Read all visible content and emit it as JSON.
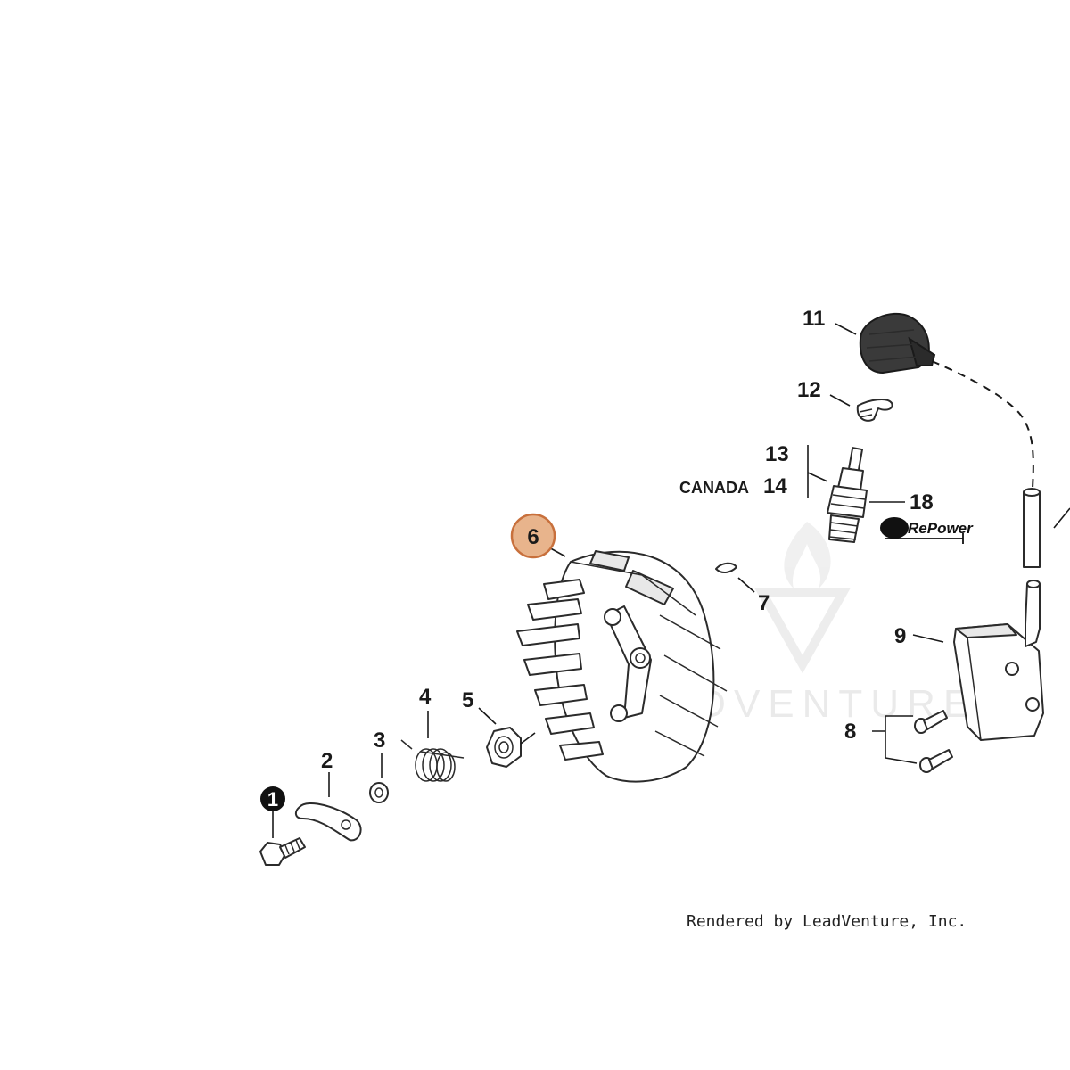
{
  "diagram": {
    "callouts": {
      "c1": "1",
      "c2": "2",
      "c3": "3",
      "c4": "4",
      "c5": "5",
      "c6": "6",
      "c7": "7",
      "c8": "8",
      "c9": "9",
      "c11": "11",
      "c12": "12",
      "c13": "13",
      "c14": "14",
      "c18": "18"
    },
    "canada_label": "CANADA",
    "repower_logo": "RePower",
    "credit": "Rendered by LeadVenture, Inc.",
    "watermark": "LEADVENTURE",
    "colors": {
      "highlight_fill": "#e8b48c",
      "highlight_stroke": "#c8703c",
      "filled_callout": "#111111"
    }
  }
}
